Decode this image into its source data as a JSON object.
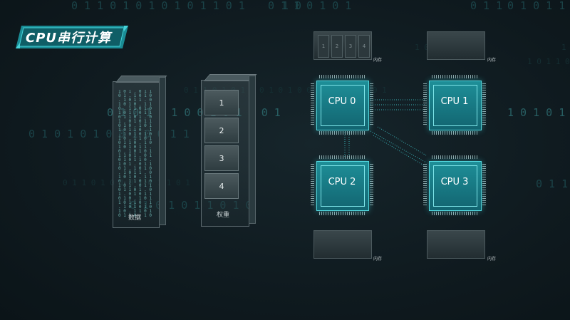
{
  "title": "CPU串行计算",
  "data_column": {
    "label": "数据"
  },
  "weight_column": {
    "label": "权重",
    "boxes": [
      "1",
      "2",
      "3",
      "4"
    ]
  },
  "memory": {
    "label": "内存",
    "cells": [
      "1",
      "2",
      "3",
      "4"
    ]
  },
  "cpus": [
    "CPU 0",
    "CPU 1",
    "CPU 2",
    "CPU 3"
  ],
  "colors": {
    "accent": "#1e8f98",
    "glow": "#52d6dc",
    "background": "#0f1a1f"
  }
}
